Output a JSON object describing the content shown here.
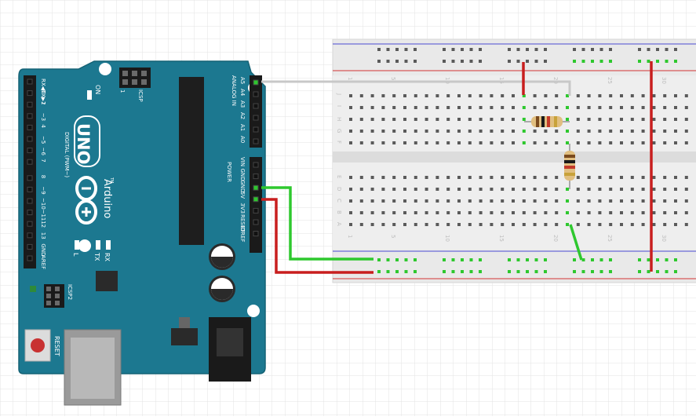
{
  "canvas": {
    "background": "#ffffff",
    "grid_color": "#e2e2e2"
  },
  "board": {
    "model_label": "UNO",
    "brand_label": "Arduino",
    "trademark": "TM",
    "digital_header_label": "DIGITAL (PWM~)",
    "analog_header_label": "ANALOG IN",
    "power_header_label": "POWER",
    "icsp_label": "ICSP",
    "icsp2_label": "ICSP2",
    "icsp_pin1_label": "1",
    "reset_label": "RESET",
    "on_led_label": "ON",
    "l_led_label": "L",
    "tx_led_label": "TX",
    "rx_led_label": "RX",
    "color": "#1c7890",
    "digital_pins": [
      "RX◀0",
      "TX▶1",
      "2",
      "~3",
      "4",
      "~5",
      "~6",
      "7",
      "8",
      "~9",
      "~10",
      "~11",
      "12",
      "13",
      "GND",
      "AREF"
    ],
    "analog_pins": [
      "A5",
      "A4",
      "A3",
      "A2",
      "A1",
      "A0"
    ],
    "power_pins": [
      "VIN",
      "GND",
      "GND",
      "5V",
      "3V3",
      "RESET",
      "IOREF"
    ]
  },
  "breadboard": {
    "row_letters_top": [
      "J",
      "I",
      "H",
      "G",
      "F"
    ],
    "row_letters_bottom": [
      "E",
      "D",
      "C",
      "B",
      "A"
    ],
    "column_numbers": [
      "1",
      "5",
      "10",
      "15",
      "20",
      "25",
      "30"
    ],
    "rail_colors": {
      "positive": "#d23232",
      "negative": "#4b4bd2"
    }
  },
  "components": [
    {
      "type": "resistor",
      "bands": [
        "#7a4a1e",
        "#1a1a1a",
        "#c43a2a",
        "#c8a23a"
      ]
    },
    {
      "type": "resistor",
      "bands": [
        "#7a4a1e",
        "#1a1a1a",
        "#c43a2a",
        "#c8a23a"
      ]
    }
  ],
  "wires": [
    {
      "from": "A5",
      "to": "breadboard-col-20",
      "color": "#c8c8c8"
    },
    {
      "from": "GND",
      "to": "breadboard-bottom-rail",
      "color": "#2ec82e"
    },
    {
      "from": "5V",
      "to": "breadboard-bottom-rail",
      "color": "#c81e1e"
    },
    {
      "from": "rail-top",
      "to": "col-17",
      "color": "#c81e1e"
    },
    {
      "from": "rail-top",
      "to": "rail-bottom",
      "color": "#c81e1e"
    },
    {
      "from": "col-20",
      "to": "rail-bottom",
      "color": "#2ec82e"
    }
  ]
}
